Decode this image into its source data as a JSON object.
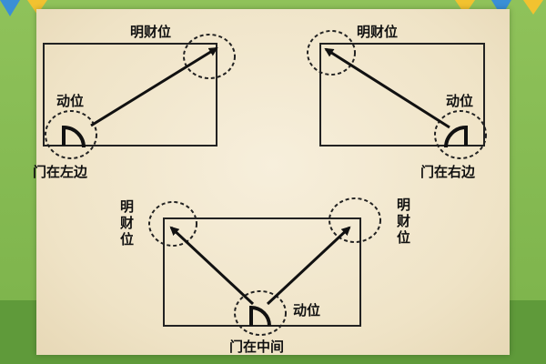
{
  "diagrams": [
    {
      "door_label": "门在左边",
      "move_label": "动位",
      "wealth_label": "明财位"
    },
    {
      "door_label": "门在右边",
      "move_label": "动位",
      "wealth_label": "明财位"
    },
    {
      "door_label": "门在中间",
      "move_label": "动位",
      "wealth_label_left": [
        "明",
        "财",
        "位"
      ],
      "wealth_label_right": [
        "明",
        "财",
        "位"
      ]
    }
  ],
  "colors": {
    "line": "#111111",
    "board": "#f2e8d0",
    "grass": "#7bb24a"
  }
}
